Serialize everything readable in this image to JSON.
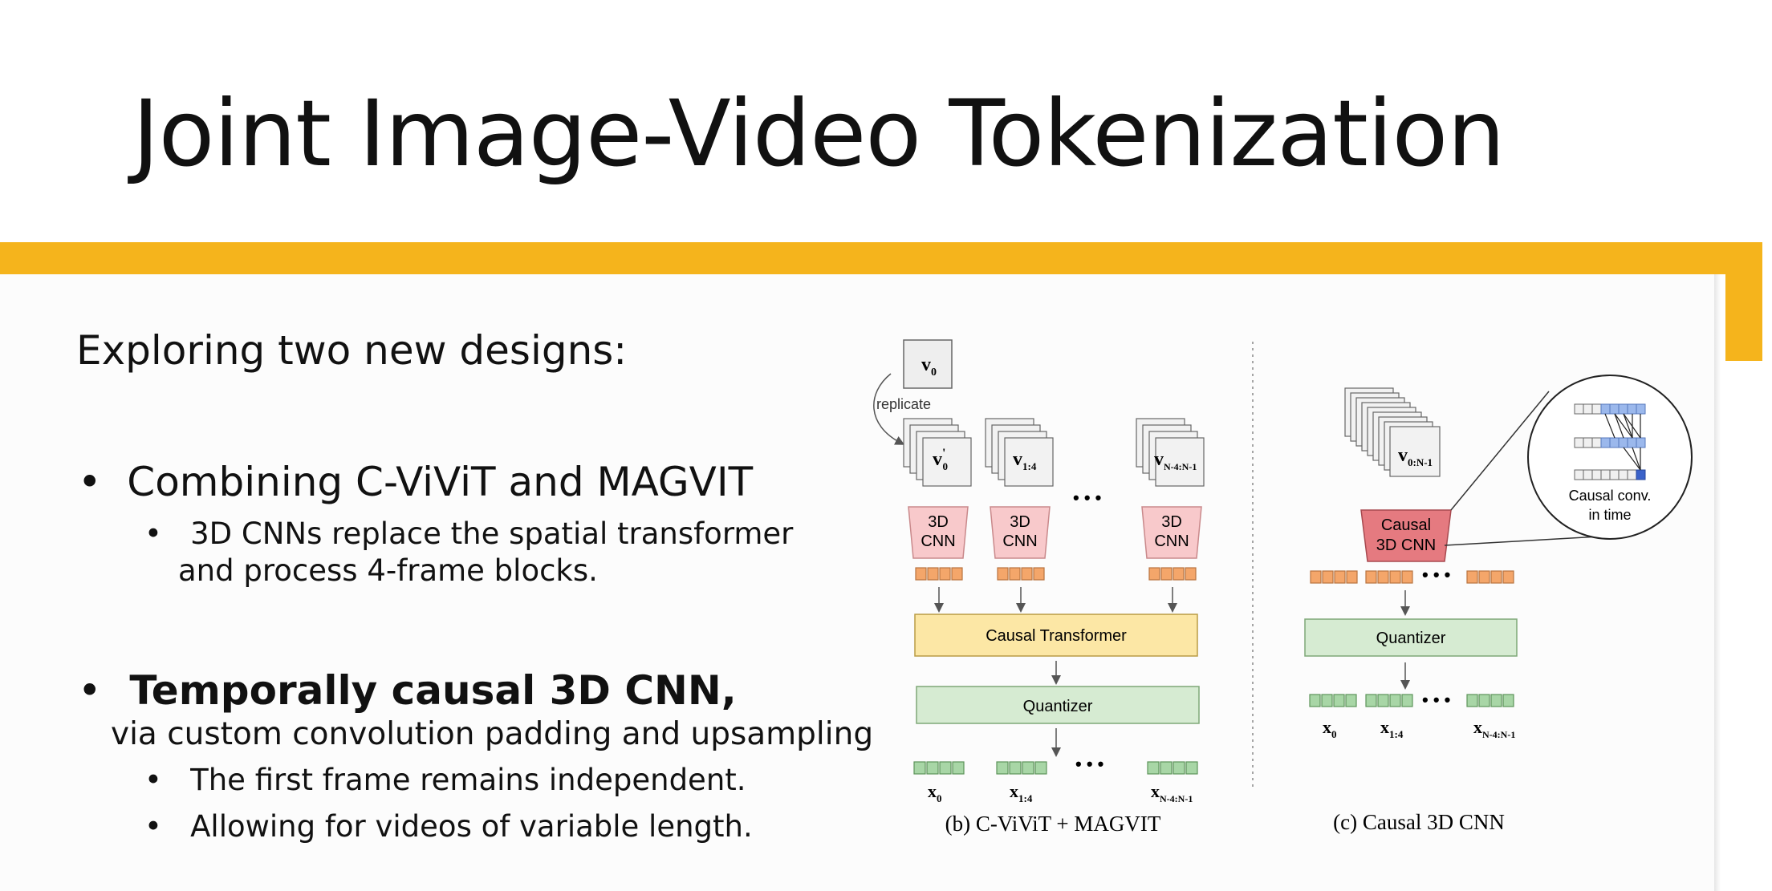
{
  "slide": {
    "title": "Joint Image-Video Tokenization",
    "intro": "Exploring two new designs:",
    "bullets": [
      {
        "marker": "•",
        "text": "Combining C-ViViT and MAGVIT",
        "subs": [
          "3D CNNs replace the spatial transformer",
          "and process 4-frame blocks."
        ]
      },
      {
        "marker": "•",
        "text": "Temporally causal 3D CNN,",
        "text2": "via custom convolution padding and upsampling",
        "subs": [
          "The first frame remains independent.",
          "Allowing for videos of variable length."
        ]
      }
    ],
    "sub_marker": "•"
  },
  "diagram_b": {
    "frame_top": "v",
    "frame_top_sub": "0",
    "replicate": "replicate",
    "frames": [
      {
        "main": "v",
        "sup": "'",
        "sub": "0"
      },
      {
        "main": "v",
        "sup": "",
        "sub": "1:4"
      },
      {
        "main": "v",
        "sup": "",
        "sub": "N-4:N-1"
      }
    ],
    "ellipsis": "• • •",
    "cnn_line1": "3D",
    "cnn_line2": "CNN",
    "transformer": "Causal Transformer",
    "quantizer": "Quantizer",
    "outputs": [
      {
        "main": "x",
        "sub": "0"
      },
      {
        "main": "x",
        "sub": "1:4"
      },
      {
        "main": "x",
        "sub": "N-4:N-1"
      }
    ],
    "caption": "(b) C-ViViT + MAGVIT"
  },
  "diagram_c": {
    "frame": {
      "main": "v",
      "sub": "0:N-1"
    },
    "cnn_line1": "Causal",
    "cnn_line2": "3D CNN",
    "zoom_line1": "Causal conv.",
    "zoom_line2": "in time",
    "ellipsis": "• • •",
    "quantizer": "Quantizer",
    "outputs": [
      {
        "main": "x",
        "sub": "0"
      },
      {
        "main": "x",
        "sub": "1:4"
      },
      {
        "main": "x",
        "sub": "N-4:N-1"
      }
    ],
    "caption": "(c) Causal 3D CNN"
  },
  "colors": {
    "accent_bar": "#f5b41c",
    "cnn_fill": "#f8c9cb",
    "cnn_stroke": "#c9898b",
    "causal_cnn_fill": "#e57a80",
    "token_orange": "#f4a66a",
    "token_green": "#a8d6a6",
    "transformer_fill": "#fce7a5",
    "quantizer_fill": "#d6ebd2",
    "zoom_blue": "#9bb8ec"
  }
}
